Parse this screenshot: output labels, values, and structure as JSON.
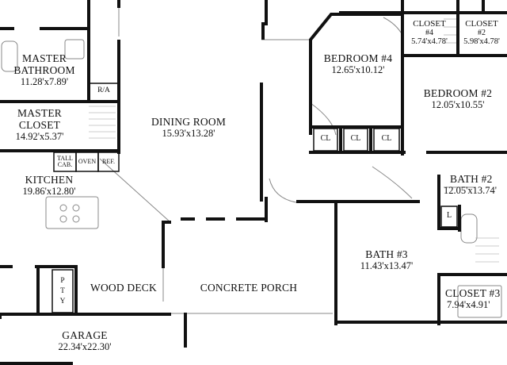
{
  "rooms": {
    "master_bathroom": {
      "name_line1": "MASTER",
      "name_line2": "BATHROOM",
      "dim": "11.28'x7.89'"
    },
    "master_closet": {
      "name_line1": "MASTER",
      "name_line2": "CLOSET",
      "dim": "14.92'x5.37'"
    },
    "kitchen": {
      "name": "KITCHEN",
      "dim": "19.86'x12.80'"
    },
    "dining_room": {
      "name": "DINING ROOM",
      "dim": "15.93'x13.28'"
    },
    "wood_deck": {
      "name": "WOOD DECK"
    },
    "concrete_porch": {
      "name": "CONCRETE PORCH"
    },
    "garage": {
      "name": "GARAGE",
      "dim": "22.34'x22.30'"
    },
    "bedroom4": {
      "name": "BEDROOM #4",
      "dim": "12.65'x10.12'"
    },
    "bedroom2": {
      "name": "BEDROOM #2",
      "dim": "12.05'x10.55'"
    },
    "closet4": {
      "name": "CLOSET",
      "num": "#4",
      "dim": "5.74'x4.78'"
    },
    "closet2": {
      "name": "CLOSET",
      "num": "#2",
      "dim": "5.98'x4.78'"
    },
    "bath2": {
      "name": "BATH #2",
      "dim": "12.05'x13.74'"
    },
    "bath3": {
      "name": "BATH #3",
      "dim": "11.43'x13.47'"
    },
    "closet3": {
      "name": "CLOSET #3",
      "dim": "7.94'x4.91'"
    }
  },
  "fixtures": {
    "ra": "R/A",
    "tall_cab_line1": "TALL",
    "tall_cab_line2": "CAB.",
    "oven": "OVEN",
    "ref": "REF.",
    "cl_1": "CL",
    "cl_2": "CL",
    "cl_3": "CL",
    "laundry": "L",
    "pty_p": "P",
    "pty_t": "T",
    "pty_y": "Y"
  }
}
